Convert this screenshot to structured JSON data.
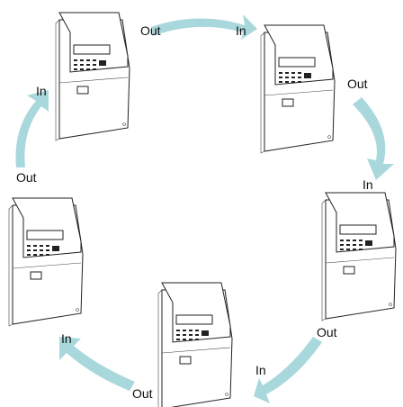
{
  "diagram": {
    "arrow_color": "#a9d8dc",
    "units": [
      {
        "id": "unit-top-left",
        "in_label": "In",
        "out_label": "Out"
      },
      {
        "id": "unit-top-right",
        "in_label": "In",
        "out_label": "Out"
      },
      {
        "id": "unit-right",
        "in_label": "In",
        "out_label": "Out"
      },
      {
        "id": "unit-bottom",
        "in_label": "In",
        "out_label": "Out"
      },
      {
        "id": "unit-left",
        "in_label": "In",
        "out_label": "Out"
      }
    ]
  }
}
